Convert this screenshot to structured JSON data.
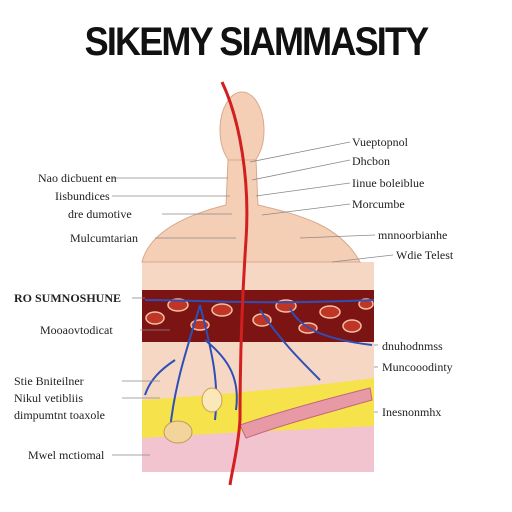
{
  "title": "SIKEMY SIAMMASITY",
  "labels_left": [
    "Nao dicbuent en",
    "Iisbundices",
    "dre dumotive",
    "Mulcumtarian",
    "RO SUMNOSHUNE",
    "Mooaovtodicat",
    "Stie Bniteilner",
    "Nikul vetibliis",
    "dimpumtnt toaxole",
    "Mwel mctiomal"
  ],
  "labels_right": [
    "Vueptopnol",
    "Dhcbon",
    "Iinue boleiblue",
    "Morcumbe",
    "mnnoorbianhe",
    "Wdie Telest",
    "dnuhodnmss",
    "Muncooodinty",
    "Inesnonmhx"
  ],
  "colors": {
    "skin": "#f4cfb6",
    "blood_layer": "#8b1a1a",
    "vein": "#2e4fb8",
    "artery": "#d21f1f",
    "fat_layer": "#f6e24a",
    "leader": "#8a8a8a"
  }
}
